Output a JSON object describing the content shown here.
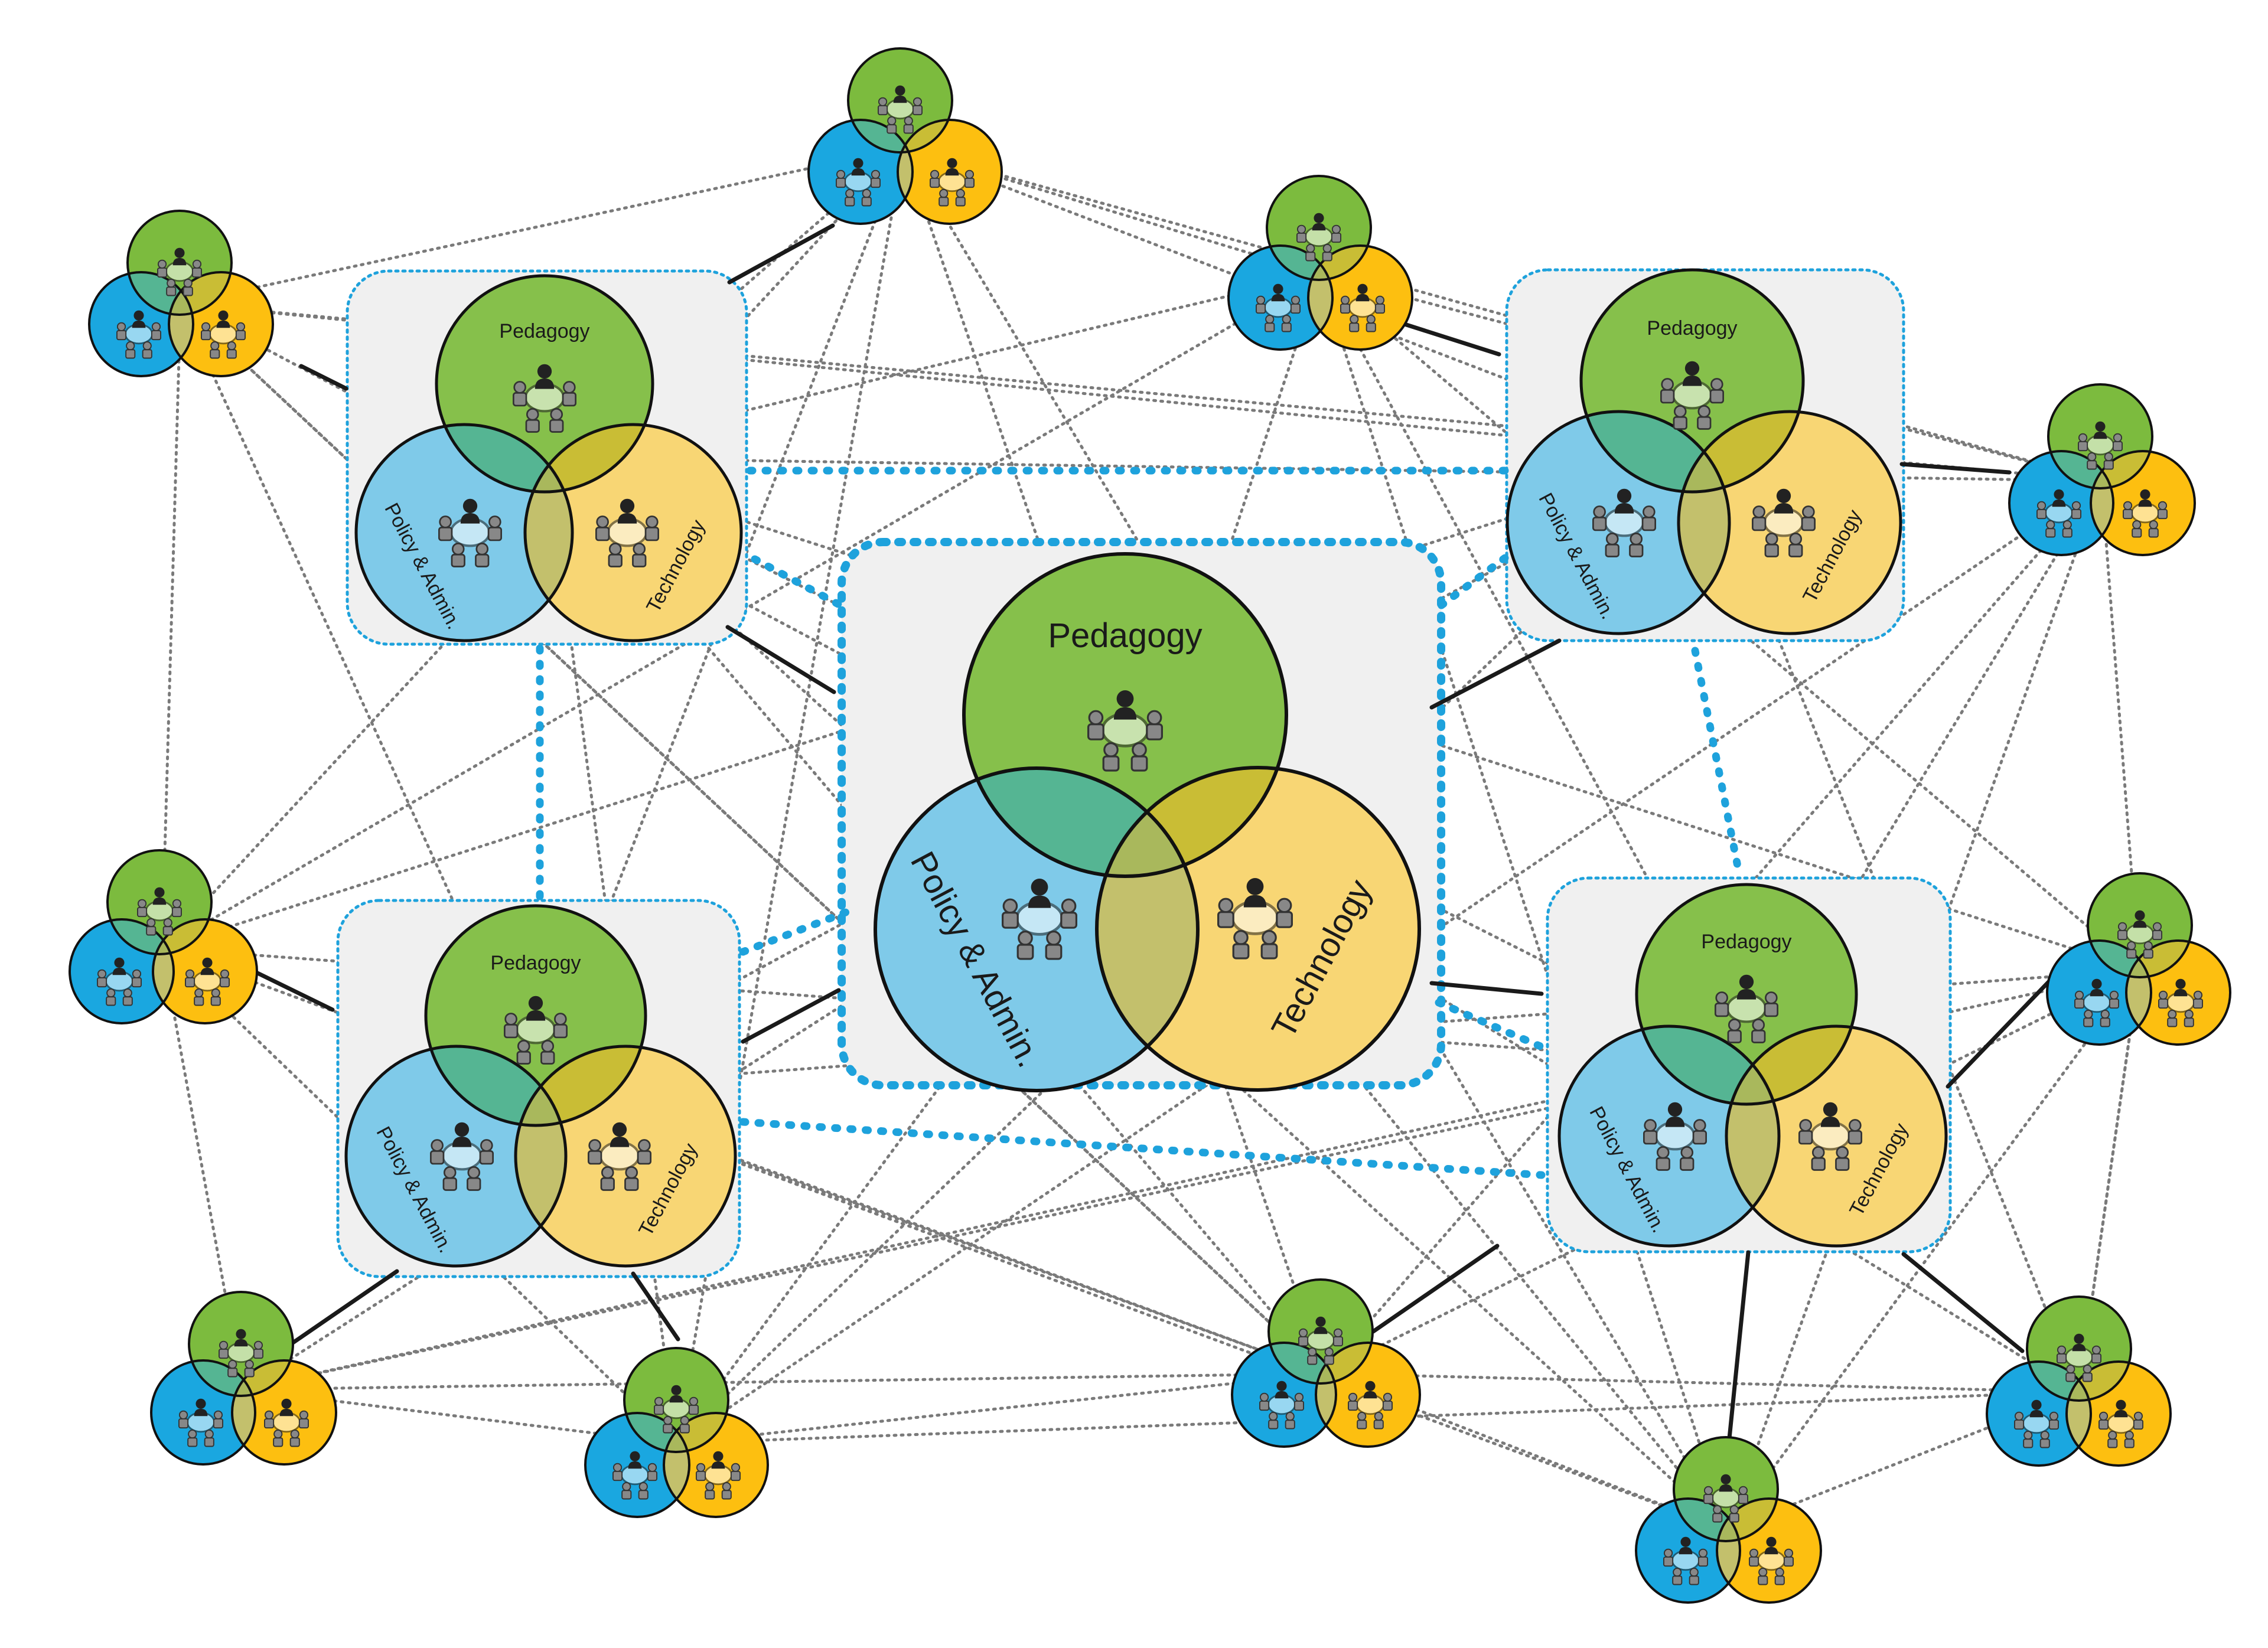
{
  "labels": {
    "pedagogy": "Pedagogy",
    "policy": "Policy & Admin.",
    "technology": "Technology"
  },
  "colors": {
    "pedagogy": "#86c04b",
    "policy": "#7fcae9",
    "technology": "#f8d674",
    "small_pedagogy": "#7cbb3e",
    "small_policy": "#1aa7e0",
    "small_technology": "#fdbf10",
    "overlap_ped_pol": "#55b593",
    "overlap_ped_tech": "#c9bd35",
    "overlap_pol_tech": "#c3c06c",
    "overlap_center": "#a9b85c",
    "panel_fill": "#f0f0f0",
    "dashed_link": "#1ea2dc",
    "solid_link": "#1a1a1a",
    "dotted_link": "#7a7a7a"
  },
  "icon_names": {
    "group": "meeting-table-icon"
  }
}
